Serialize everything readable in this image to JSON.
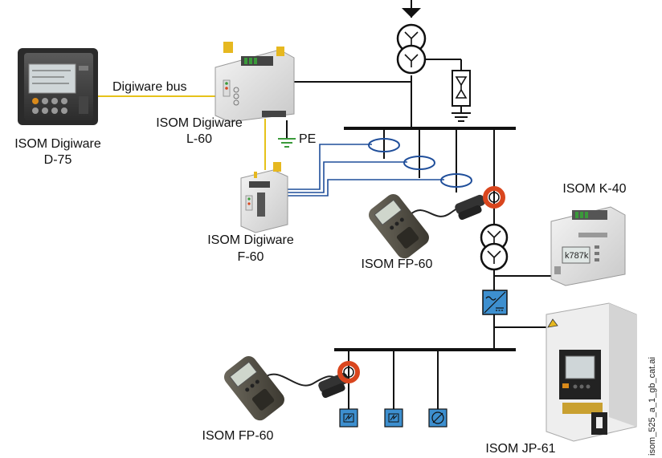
{
  "labels": {
    "d75_line1": "ISOM Digiware",
    "d75_line2": "D-75",
    "bus": "Digiware bus",
    "l60_line1": "ISOM Digiware",
    "l60_line2": "L-60",
    "pe": "PE",
    "f60_line1": "ISOM Digiware",
    "f60_line2": "F-60",
    "fp60_top": "ISOM FP-60",
    "k40": "ISOM K-40",
    "fp60_bottom": "ISOM FP-60",
    "jp61": "ISOM JP-61",
    "file_ref": "isom_525_a_1_gb_cat.ai"
  },
  "device_screens": {
    "k40_display": "k787k"
  },
  "colors": {
    "bus_yellow": "#e6c21a",
    "sensor_blue": "#1f4e9a",
    "clamp_red": "#d9461e",
    "load_blue": "#3d8fcf",
    "line_black": "#111111"
  },
  "icons": [
    "transformer-icon",
    "surge-arrester-icon",
    "earth-icon",
    "current-transformer-icon",
    "inverter-icon",
    "load-icon",
    "motor-icon"
  ]
}
